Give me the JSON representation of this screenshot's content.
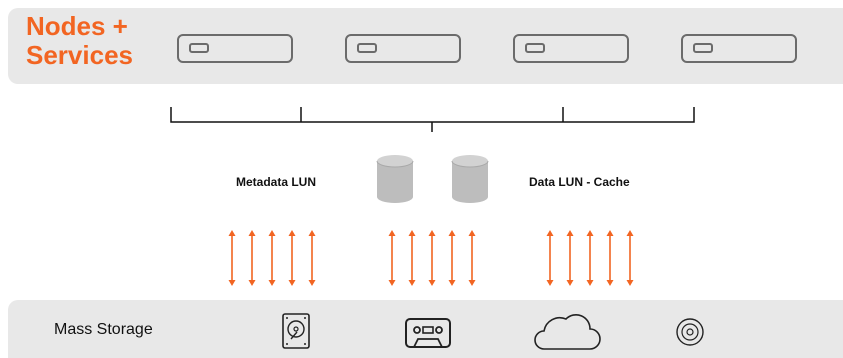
{
  "header": {
    "title": "Nodes +\nServices",
    "server_count": 4
  },
  "middle": {
    "metadata_label": "Metadata LUN",
    "data_label": "Data LUN - Cache",
    "arrow_groups": [
      5,
      5,
      5
    ]
  },
  "storage": {
    "label": "Mass Storage",
    "icons": [
      "hard-drive-icon",
      "tape-cassette-icon",
      "cloud-icon",
      "optical-disc-icon"
    ]
  },
  "colors": {
    "accent": "#f26522",
    "panel": "#e8e8e8",
    "line": "#6b6b6b",
    "cylinder": "#bdbdbd"
  }
}
